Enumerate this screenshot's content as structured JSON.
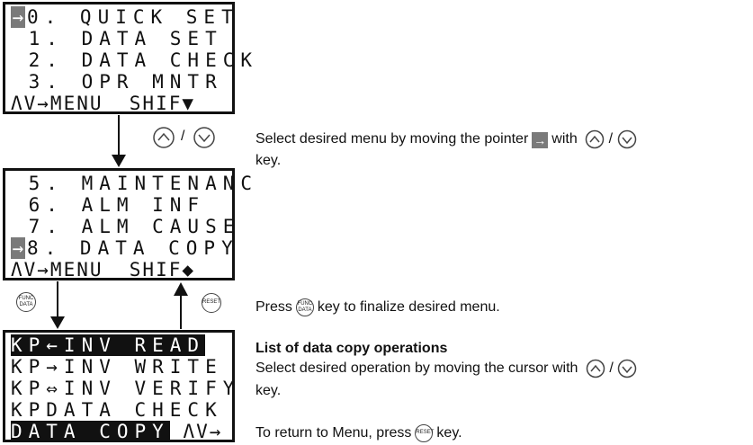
{
  "screen1": {
    "pointer": "→",
    "lines": [
      "0. QUICK SET",
      " 1. DATA SET",
      " 2. DATA CHECK",
      " 3. OPR MNTR"
    ],
    "footer": "ΛV→MENU  SHIF▼"
  },
  "screen2": {
    "pointer": "→",
    "lines": [
      " 5. MAINTENANC",
      " 6. ALM INF",
      " 7. ALM CAUSE",
      "8. DATA COPY"
    ],
    "footer": "ΛV→MENU  SHIF◆"
  },
  "screen3": {
    "line1": "KP←INV READ",
    "line2": "KP→INV WRITE",
    "line3": "KP⇔INV VERIFY",
    "line4": "KPDATA CHECK",
    "line5_hl": "DATA COPY",
    "line5_rest": " ΛV→"
  },
  "keys": {
    "func_top": "FUNC",
    "func_bottom": "DATA",
    "reset": "RESET",
    "slash": "/"
  },
  "notes": {
    "select_menu_a": "Select desired menu by moving the pointer",
    "select_menu_b": "with",
    "select_menu_c": "key.",
    "press_a": "Press",
    "press_b": "key to finalize desired menu.",
    "list_title": "List of data copy operations",
    "select_op_a": "Select desired operation by moving the cursor with",
    "select_op_c": "key.",
    "return_a": "To return to Menu, press",
    "return_b": "key.",
    "pointer_glyph": "→"
  }
}
